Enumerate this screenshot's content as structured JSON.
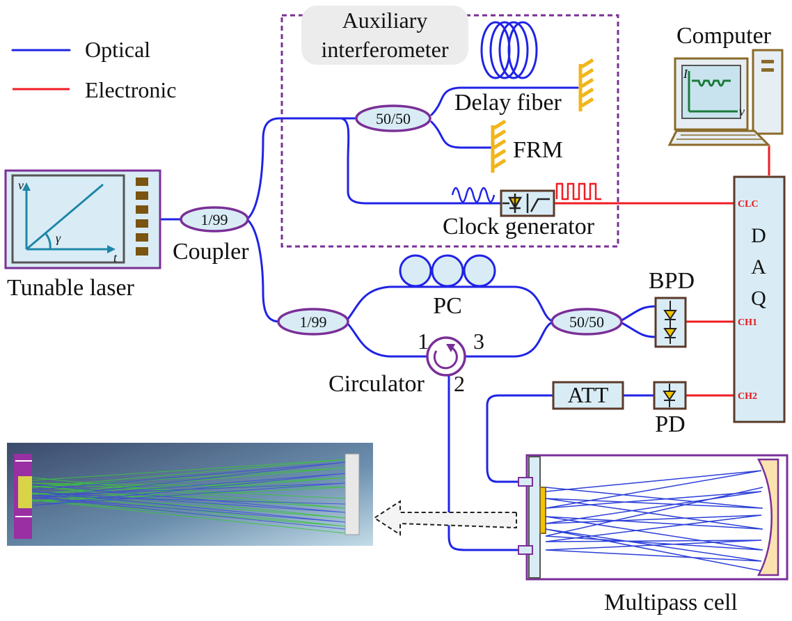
{
  "legend": {
    "optical": "Optical",
    "electronic": "Electronic"
  },
  "colors": {
    "optical": "#1f23e6",
    "electronic": "#ef1c22",
    "border": "#7a2f97",
    "fill": "#d9ecf5",
    "mirror": "#f2b51a"
  },
  "labels": {
    "aux_line1": "Auxiliary",
    "aux_line2": "interferometer",
    "delay_fiber": "Delay fiber",
    "frm": "FRM",
    "clock_generator": "Clock generator",
    "computer": "Computer",
    "coupler": "Coupler",
    "tunable_laser": "Tunable laser",
    "pc": "PC",
    "bpd": "BPD",
    "circulator": "Circulator",
    "port1": "1",
    "port2": "2",
    "port3": "3",
    "att": "ATT",
    "pd": "PD",
    "multipass_cell": "Multipass cell",
    "daq_d": "D",
    "daq_a": "A",
    "daq_q": "Q",
    "clc": "CLC",
    "ch1": "CH1",
    "ch2": "CH2"
  },
  "couplers": {
    "laser_split": "1/99",
    "aux_split": "50/50",
    "main_split": "1/99",
    "bpd_split": "50/50"
  },
  "laser_plot": {
    "y_axis": "ν",
    "x_axis": "t",
    "angle": "γ"
  },
  "monitor_plot": {
    "y_axis": "I",
    "x_axis": "ν"
  }
}
